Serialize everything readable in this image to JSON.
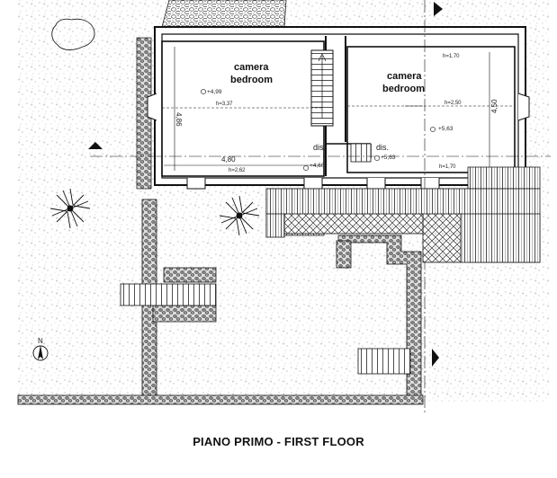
{
  "caption": "PIANO PRIMO - FIRST FLOOR",
  "north_label": "N",
  "rooms": [
    {
      "it": "camera",
      "en": "bedroom"
    },
    {
      "it": "camera",
      "en": "bedroom"
    }
  ],
  "landings": [
    "dis.",
    "dis."
  ],
  "dimensions": {
    "width_left": "4,80",
    "depth_left": "4,86",
    "depth_right": "4,50"
  },
  "heights": {
    "h_337": "h=3,37",
    "h_262": "h=2,62",
    "h_170_top": "h=1,70",
    "h_250": "h=2,50",
    "h_170_bottom": "h=1,70"
  },
  "levels": {
    "l1": "+4,99",
    "l2": "+4,66",
    "l3": "+5,63",
    "l4": "+5,63"
  }
}
